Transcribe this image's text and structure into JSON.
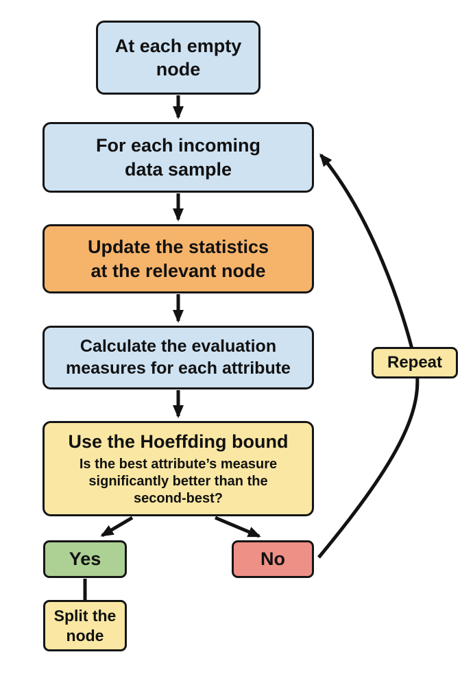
{
  "diagram_type": "flowchart",
  "colors": {
    "box_blue": "#cee2f2",
    "box_orange": "#f6b46b",
    "box_yellow": "#f9e7a3",
    "box_green": "#add094",
    "box_red": "#ee9086",
    "line_black": "#131313",
    "background": "#ffffff"
  },
  "nodes": {
    "start": {
      "lines": [
        "At each empty",
        "node"
      ],
      "color": "#cee2f2"
    },
    "foreach": {
      "lines": [
        "For each incoming",
        "data sample"
      ],
      "color": "#cee2f2"
    },
    "update": {
      "lines": [
        "Update the statistics",
        "at the relevant node"
      ],
      "color": "#f6b46b"
    },
    "calculate": {
      "lines": [
        "Calculate the evaluation",
        "measures for each attribute"
      ],
      "color": "#cee2f2"
    },
    "hoeffding": {
      "title": "Use the Hoeffding bound",
      "sub_lines": [
        "Is the best attribute’s measure",
        "significantly better than the",
        "second-best?"
      ],
      "color": "#f9e7a3"
    },
    "yes": {
      "label": "Yes",
      "color": "#add094"
    },
    "no": {
      "label": "No",
      "color": "#ee9086"
    },
    "split": {
      "lines": [
        "Split the",
        "node"
      ],
      "color": "#f9e7a3"
    },
    "repeat": {
      "label": "Repeat",
      "color": "#f9e7a3"
    }
  },
  "edges": [
    {
      "from": "start",
      "to": "foreach",
      "style": "arrow"
    },
    {
      "from": "foreach",
      "to": "update",
      "style": "arrow"
    },
    {
      "from": "update",
      "to": "calculate",
      "style": "arrow"
    },
    {
      "from": "calculate",
      "to": "hoeffding",
      "style": "arrow"
    },
    {
      "from": "hoeffding",
      "to": "yes",
      "style": "arrow"
    },
    {
      "from": "hoeffding",
      "to": "no",
      "style": "arrow"
    },
    {
      "from": "yes",
      "to": "split",
      "style": "line"
    },
    {
      "from": "no",
      "to": "foreach",
      "style": "curved-arrow",
      "via_label": "Repeat"
    }
  ]
}
